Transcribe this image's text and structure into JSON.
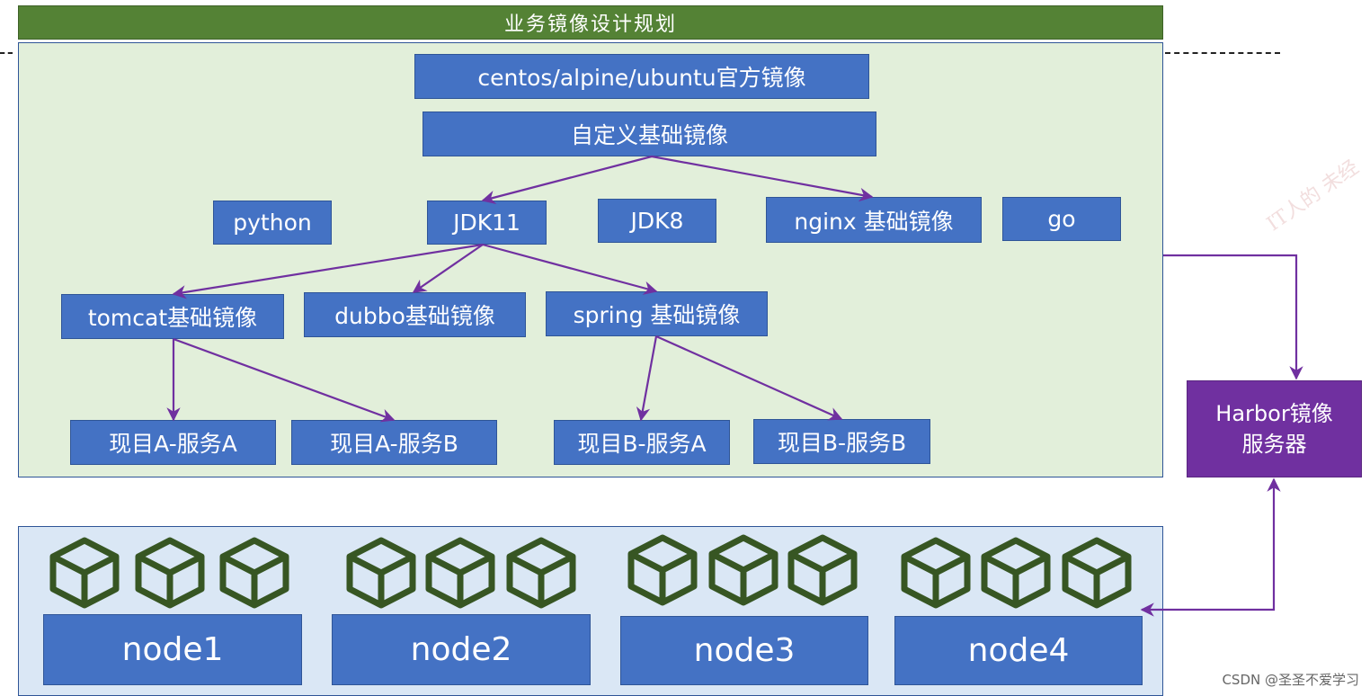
{
  "header": {
    "title": "业务镜像设计规划"
  },
  "boxes": {
    "os": "centos/alpine/ubuntu官方镜像",
    "custom_base": "自定义基础镜像",
    "python": "python",
    "jdk11": "JDK11",
    "jdk8": "JDK8",
    "nginx": "nginx 基础镜像",
    "go": "go",
    "tomcat": "tomcat基础镜像",
    "dubbo": "dubbo基础镜像",
    "spring": "spring 基础镜像",
    "proj_a_svc_a": "现目A-服务A",
    "proj_a_svc_b": "现目A-服务B",
    "proj_b_svc_a": "现目B-服务A",
    "proj_b_svc_b": "现目B-服务B"
  },
  "harbor": {
    "line1": "Harbor镜像",
    "line2": "服务器"
  },
  "nodes": [
    "node1",
    "node2",
    "node3",
    "node4"
  ],
  "credit": "CSDN @圣圣不爱学习",
  "colors": {
    "title_green": "#548235",
    "box_blue": "#4472c4",
    "harbor_purple": "#7030a0",
    "arrow_purple": "#7030a0",
    "cube_green": "#375623"
  }
}
